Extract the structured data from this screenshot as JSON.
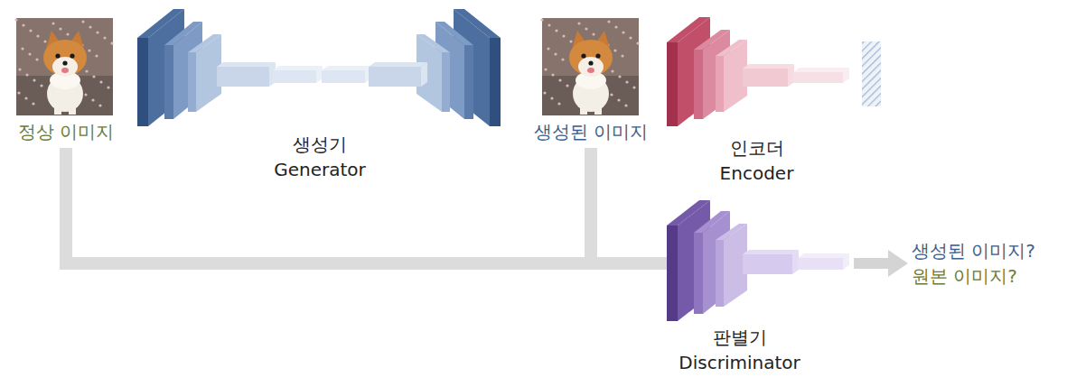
{
  "diagram": {
    "nodes": [
      {
        "text": [
          "정상 이미지"
        ]
      },
      {
        "text": [
          "생성기 Generator"
        ]
      },
      {
        "text": [
          "생성된 이미지"
        ]
      },
      {
        "text": [
          "인코더 Encoder"
        ]
      },
      {
        "text": [
          "판별기 Discriminator"
        ]
      },
      {
        "text": [
          "생성된 이미지?",
          "원본 이미지?"
        ]
      }
    ],
    "edges": [
      {
        "from": 0,
        "to": 4,
        "arrow": "none"
      },
      {
        "from": 2,
        "to": 4,
        "arrow": "none"
      },
      {
        "from": 4,
        "to": 5,
        "arrow": "to"
      }
    ]
  }
}
